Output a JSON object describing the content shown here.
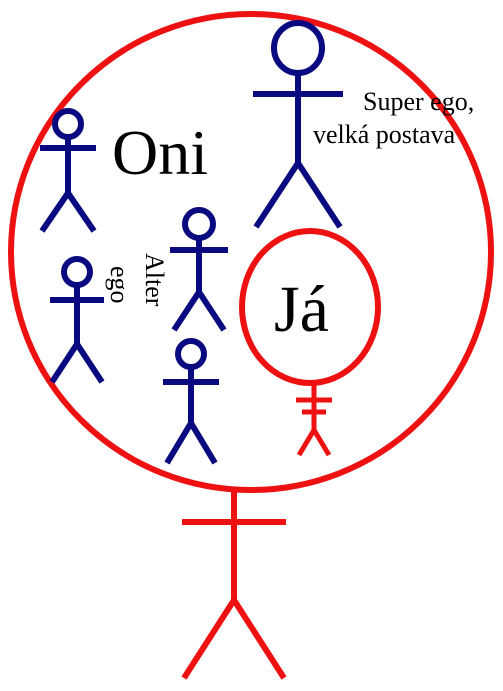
{
  "labels": {
    "oni": "Oni",
    "super_ego_line1": "Super ego,",
    "super_ego_line2": "velká postava",
    "alter": "Alter",
    "ego": "ego",
    "ja": "Já"
  },
  "colors": {
    "outer": "#ee1111",
    "figures": "#0a0a80",
    "background": "#ffffff"
  }
}
